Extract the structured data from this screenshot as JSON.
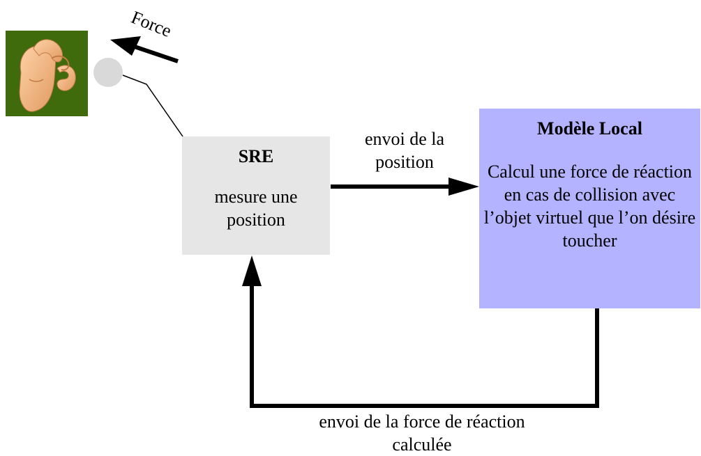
{
  "force_label": "Force",
  "sre": {
    "title": "SRE",
    "body": "mesure une position"
  },
  "model": {
    "title": "Modèle Local",
    "body": "Calcul une force de réaction en cas de collision avec l’objet virtuel que l’on désire toucher"
  },
  "edges": {
    "position": "envoi de la position",
    "feedback": "envoi de la force de réaction calculée"
  },
  "colors": {
    "sre_fill": "#e6e6e6",
    "model_fill": "#b3b3ff",
    "hand_tile": "#3f6b0c",
    "probe_ball": "#d9d9d9"
  }
}
